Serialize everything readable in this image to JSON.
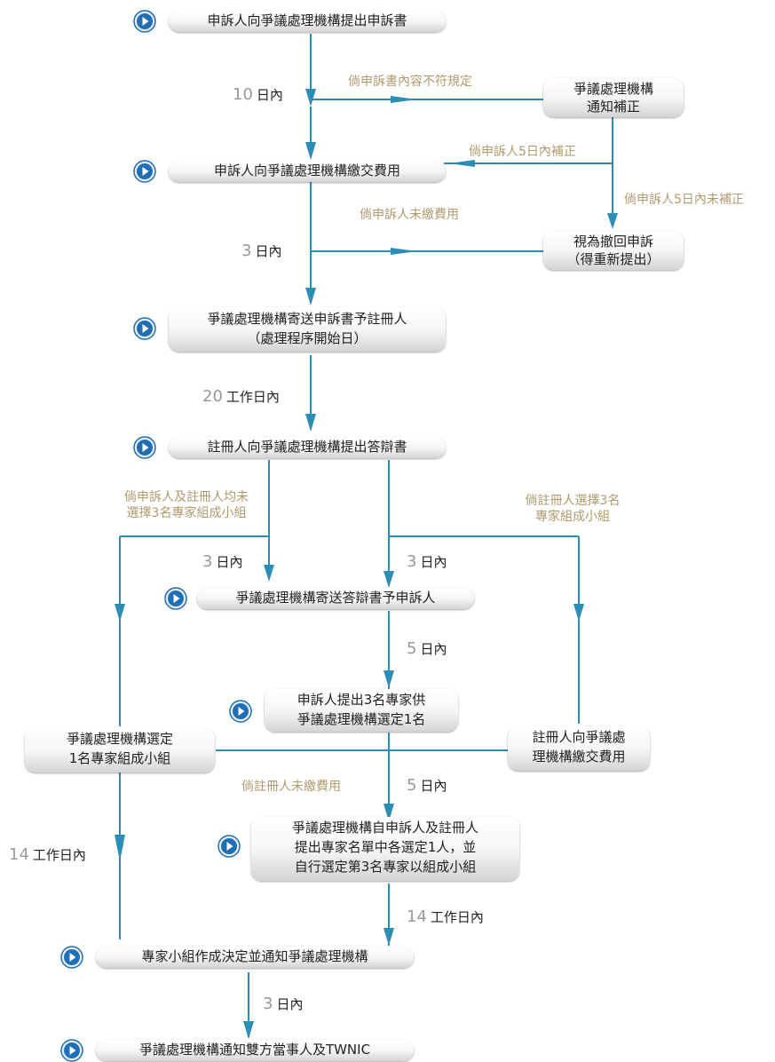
{
  "steps": {
    "s1": "申訴人向爭議處理機構提出申訴書",
    "notify_fix_1": "爭議處理機構",
    "notify_fix_2": "通知補正",
    "s2": "申訴人向爭議處理機構繳交費用",
    "withdraw_1": "視為撤回申訴",
    "withdraw_2": "（得重新提出）",
    "s3_1": "爭議處理機構寄送申訴書予註冊人",
    "s3_2": "（處理程序開始日）",
    "s4": "註冊人向爭議處理機構提出答辯書",
    "s5": "爭議處理機構寄送答辯書予申訴人",
    "s6_1": "申訴人提出3名專家供",
    "s6_2": "爭議處理機構選定1名",
    "left_1": "爭議處理機構選定",
    "left_2": "1名專家組成小組",
    "right_1": "註冊人向爭議處",
    "right_2": "理機構繳交費用",
    "s7_1": "爭議處理機構自申訴人及註冊人",
    "s7_2": "提出專家名單中各選定1人，並",
    "s7_3": "自行選定第3名專家以組成小組",
    "s8": "專家小組作成決定並通知爭議處理機構",
    "s9": "爭議處理機構通知雙方當事人及TWNIC"
  },
  "conditions": {
    "c1": "倘申訴書內容不符規定",
    "c2": "倘申訴人5日內補正",
    "c3": "倘申訴人5日內未補正",
    "c4": "倘申訴人未繳費用",
    "c5_1": "倘申訴人及註冊人均未",
    "c5_2": "選擇3名專家組成小組",
    "c6_1": "倘註冊人選擇3名",
    "c6_2": "專家組成小組",
    "c7": "倘註冊人未繳費用"
  },
  "times": {
    "t1": {
      "num": "10",
      "unit": "日內"
    },
    "t2": {
      "num": "3",
      "unit": "日內"
    },
    "t3": {
      "num": "20",
      "unit": "工作日內"
    },
    "t4": {
      "num": "3",
      "unit": "日內"
    },
    "t5": {
      "num": "3",
      "unit": "日內"
    },
    "t6": {
      "num": "5",
      "unit": "日內"
    },
    "t7": {
      "num": "5",
      "unit": "日內"
    },
    "t8": {
      "num": "14",
      "unit": "工作日內"
    },
    "t9": {
      "num": "14",
      "unit": "工作日內"
    },
    "t10": {
      "num": "3",
      "unit": "日內"
    }
  },
  "colors": {
    "line": "#2d8db5",
    "condition_text": "#b09a6e",
    "icon": "#1e6fb8"
  },
  "icons": {
    "step_marker": "play-circle-icon"
  }
}
